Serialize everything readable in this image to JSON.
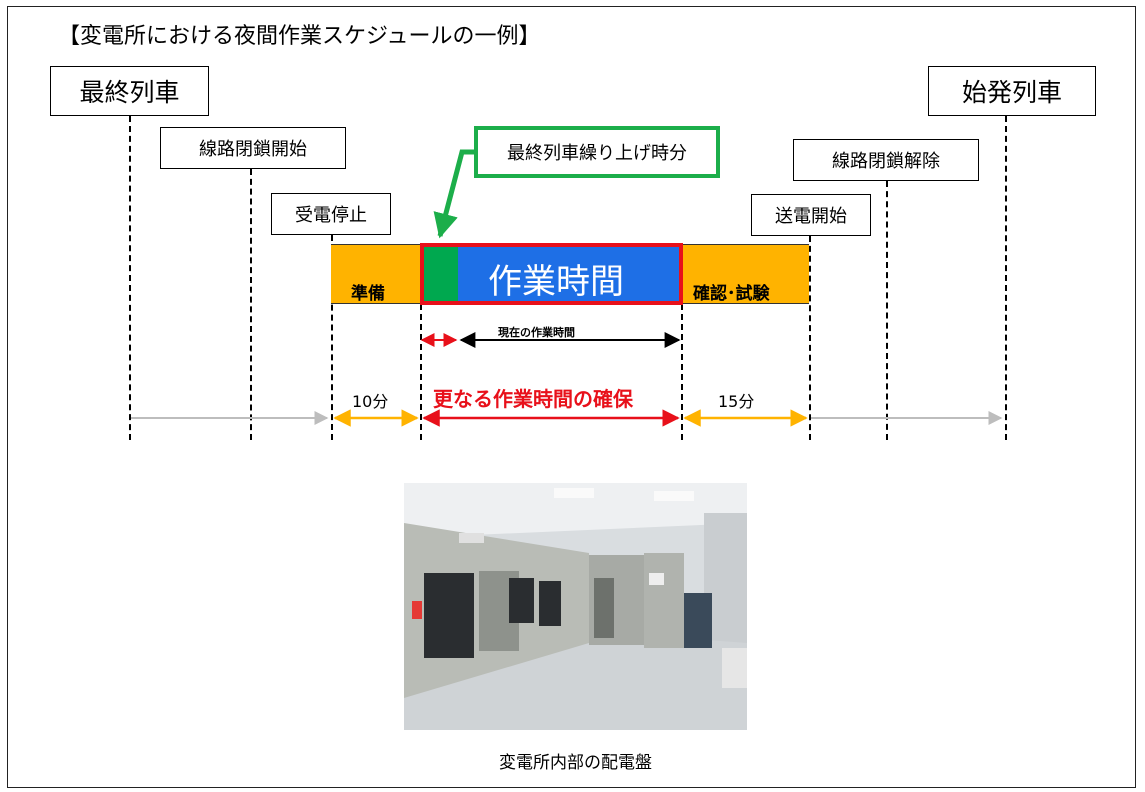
{
  "title": "【変電所における夜間作業スケジュールの一例】",
  "events": {
    "last_train": "最終列車",
    "first_train": "始発列車",
    "track_closure_start": "線路閉鎖開始",
    "power_off": "受電停止",
    "track_closure_release": "線路閉鎖解除",
    "power_on": "送電開始"
  },
  "callout": "最終列車繰り上げ時分",
  "segments": {
    "prep": "準備",
    "work": "作業時間",
    "check": "確認･試験"
  },
  "current_work_label": "現在の作業時間",
  "durations": {
    "prep": "10分",
    "extra": "更なる作業時間の確保",
    "check": "15分"
  },
  "photo_caption": "変電所内部の配電盤",
  "colors": {
    "prep": "#FFB300",
    "green": "#00A84F",
    "work": "#1E6FE6",
    "highlight": "#E8101A",
    "callout_border": "#1CAE4A",
    "gray_arrow": "#BDBDBD"
  }
}
